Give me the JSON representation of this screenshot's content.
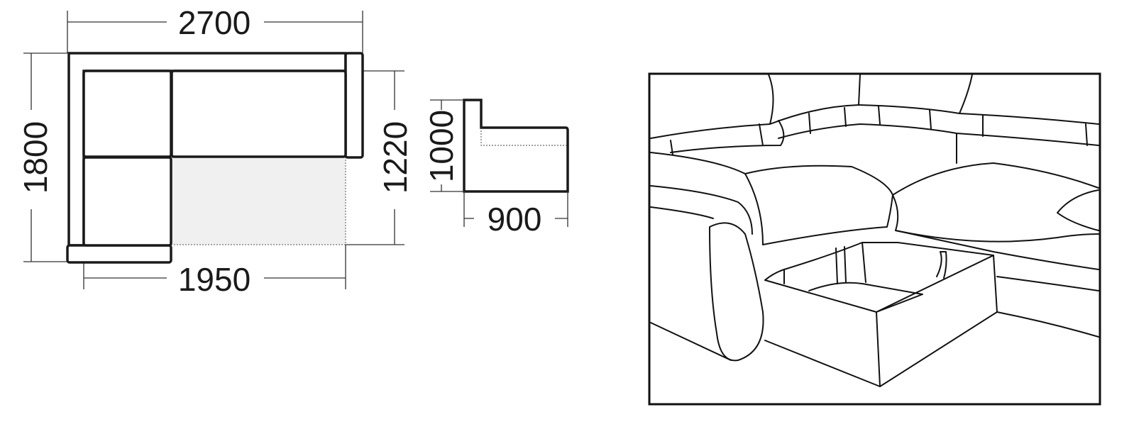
{
  "plan_view": {
    "overall_width": "2700",
    "overall_depth": "1800",
    "seat_depth_extended": "1220",
    "chaise_width": "1950"
  },
  "side_view": {
    "height": "1000",
    "depth": "900"
  },
  "colors": {
    "line": "#1a1a1a",
    "extension_fill": "#f0f0f0"
  }
}
